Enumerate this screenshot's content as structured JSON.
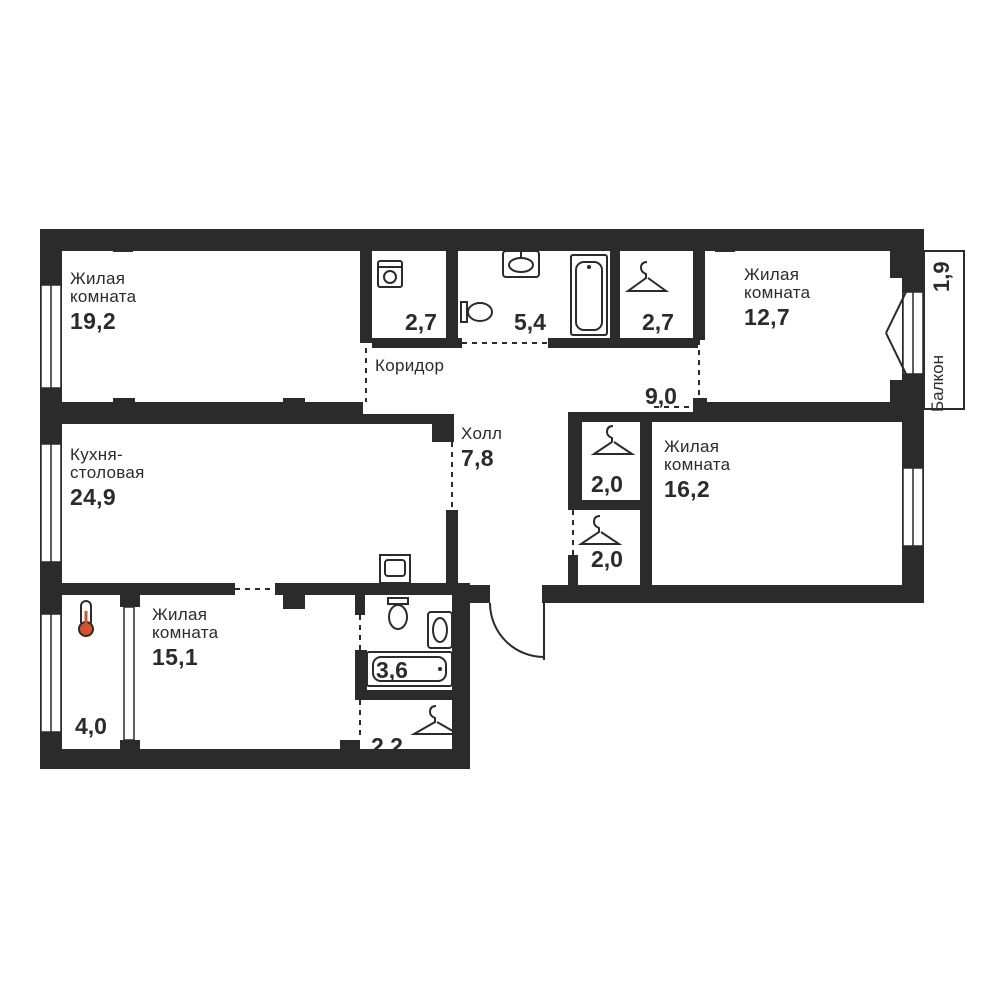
{
  "colors": {
    "wall": "#2b2b2b",
    "background": "#ffffff",
    "heat_accent": "#d9502a"
  },
  "rooms": {
    "living_1": {
      "name": "Жилая\nкомната",
      "area": "19,2"
    },
    "laundry": {
      "area": "2,7",
      "icon": "washing-machine-icon"
    },
    "bathroom_1": {
      "area": "5,4"
    },
    "closet_1": {
      "area": "2,7",
      "icon": "hanger-icon"
    },
    "living_2": {
      "name": "Жилая\nкомната",
      "area": "12,7"
    },
    "corridor": {
      "name": "Коридор"
    },
    "hall_right": {
      "area": "9,0"
    },
    "balcony": {
      "name": "Балкон",
      "area": "1,9"
    },
    "kitchen": {
      "name": "Кухня-\nстоловая",
      "area": "24,9"
    },
    "hall": {
      "name": "Холл",
      "area": "7,8"
    },
    "closet_2": {
      "area": "2,0",
      "icon": "hanger-icon"
    },
    "closet_3": {
      "area": "2,0",
      "icon": "hanger-icon"
    },
    "living_3": {
      "name": "Жилая\nкомната",
      "area": "16,2"
    },
    "living_4": {
      "name": "Жилая\nкомната",
      "area": "15,1"
    },
    "loggia": {
      "area": "4,0",
      "icon": "thermometer-icon"
    },
    "bathroom_2": {
      "area": "3,6"
    },
    "closet_4": {
      "area": "2,2",
      "icon": "hanger-icon"
    }
  }
}
